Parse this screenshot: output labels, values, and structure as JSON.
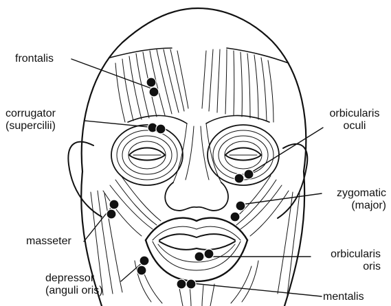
{
  "diagram": {
    "labels": {
      "frontalis": [
        "frontalis"
      ],
      "corrugator": [
        "corrugator",
        "(supercilii)"
      ],
      "orbicularis_oculi": [
        "orbicularis",
        "oculi"
      ],
      "zygomatic": [
        "zygomatic",
        "(major)"
      ],
      "masseter": [
        "masseter"
      ],
      "orbicularis_oris": [
        "orbicularis",
        "oris"
      ],
      "depressor": [
        "depressor",
        "(anguli oris)"
      ],
      "mentalis": [
        "mentalis"
      ]
    },
    "colors": {
      "ink": "#111111",
      "paper": "#ffffff"
    }
  }
}
